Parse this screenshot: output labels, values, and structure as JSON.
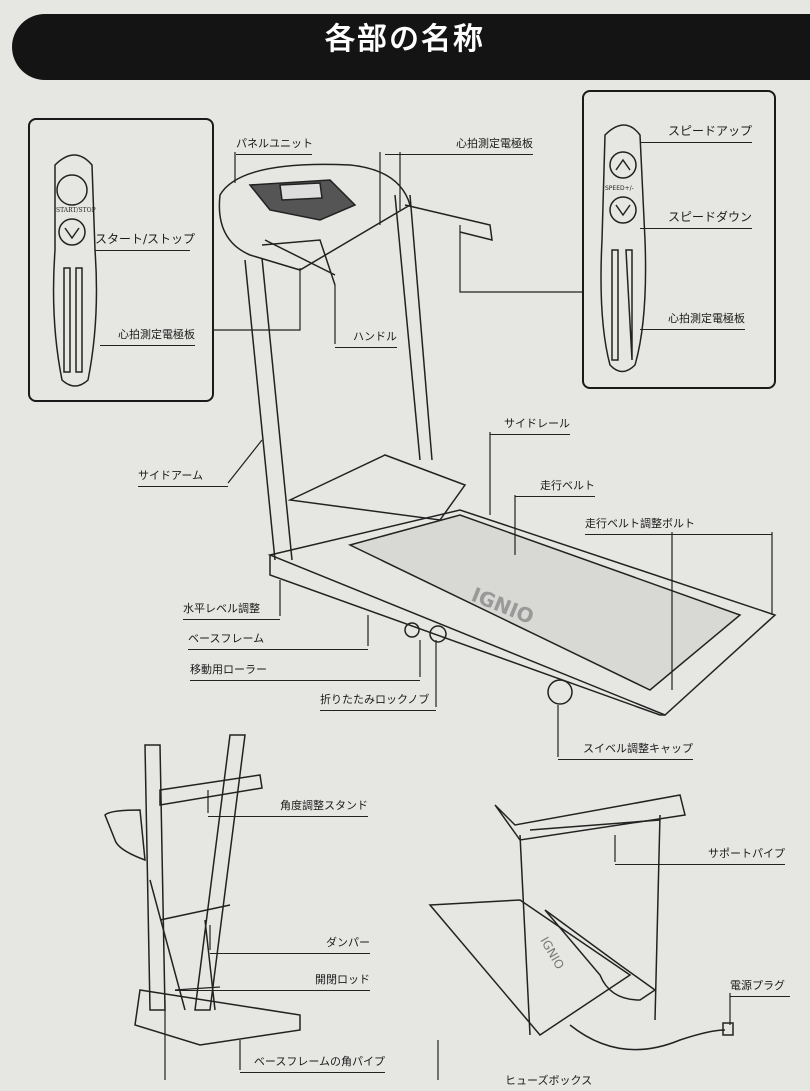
{
  "title": "各部の名称",
  "labels": {
    "panel_unit": "パネルユニット",
    "hr_sensor_top": "心拍測定電極板",
    "speed_up": "スピードアップ",
    "speed_down": "スピードダウン",
    "hr_sensor_right": "心拍測定電極板",
    "start_stop": "スタート/ストップ",
    "hr_sensor_left": "心拍測定電極板",
    "handle": "ハンドル",
    "side_arm": "サイドアーム",
    "side_rail": "サイドレール",
    "running_belt": "走行ベルト",
    "belt_adjust_bolt": "走行ベルト調整ボルト",
    "level_adjust": "水平レベル調整",
    "base_frame": "ベースフレーム",
    "roller": "移動用ローラー",
    "fold_lock_knob": "折りたたみロックノブ",
    "swivel_cap": "スイベル調整キャップ",
    "angle_stand": "角度調整スタンド",
    "support_pipe": "サポートパイプ",
    "damper": "ダンパー",
    "open_rod": "開閉ロッド",
    "power_plug": "電源プラグ",
    "base_frame_pipe": "ベースフレームの角パイプ",
    "fuse_box": "ヒューズボックス"
  },
  "logos": {
    "brand": "IGNIO",
    "start_stop": "START/STOP",
    "speed": "SPEED+/-"
  }
}
